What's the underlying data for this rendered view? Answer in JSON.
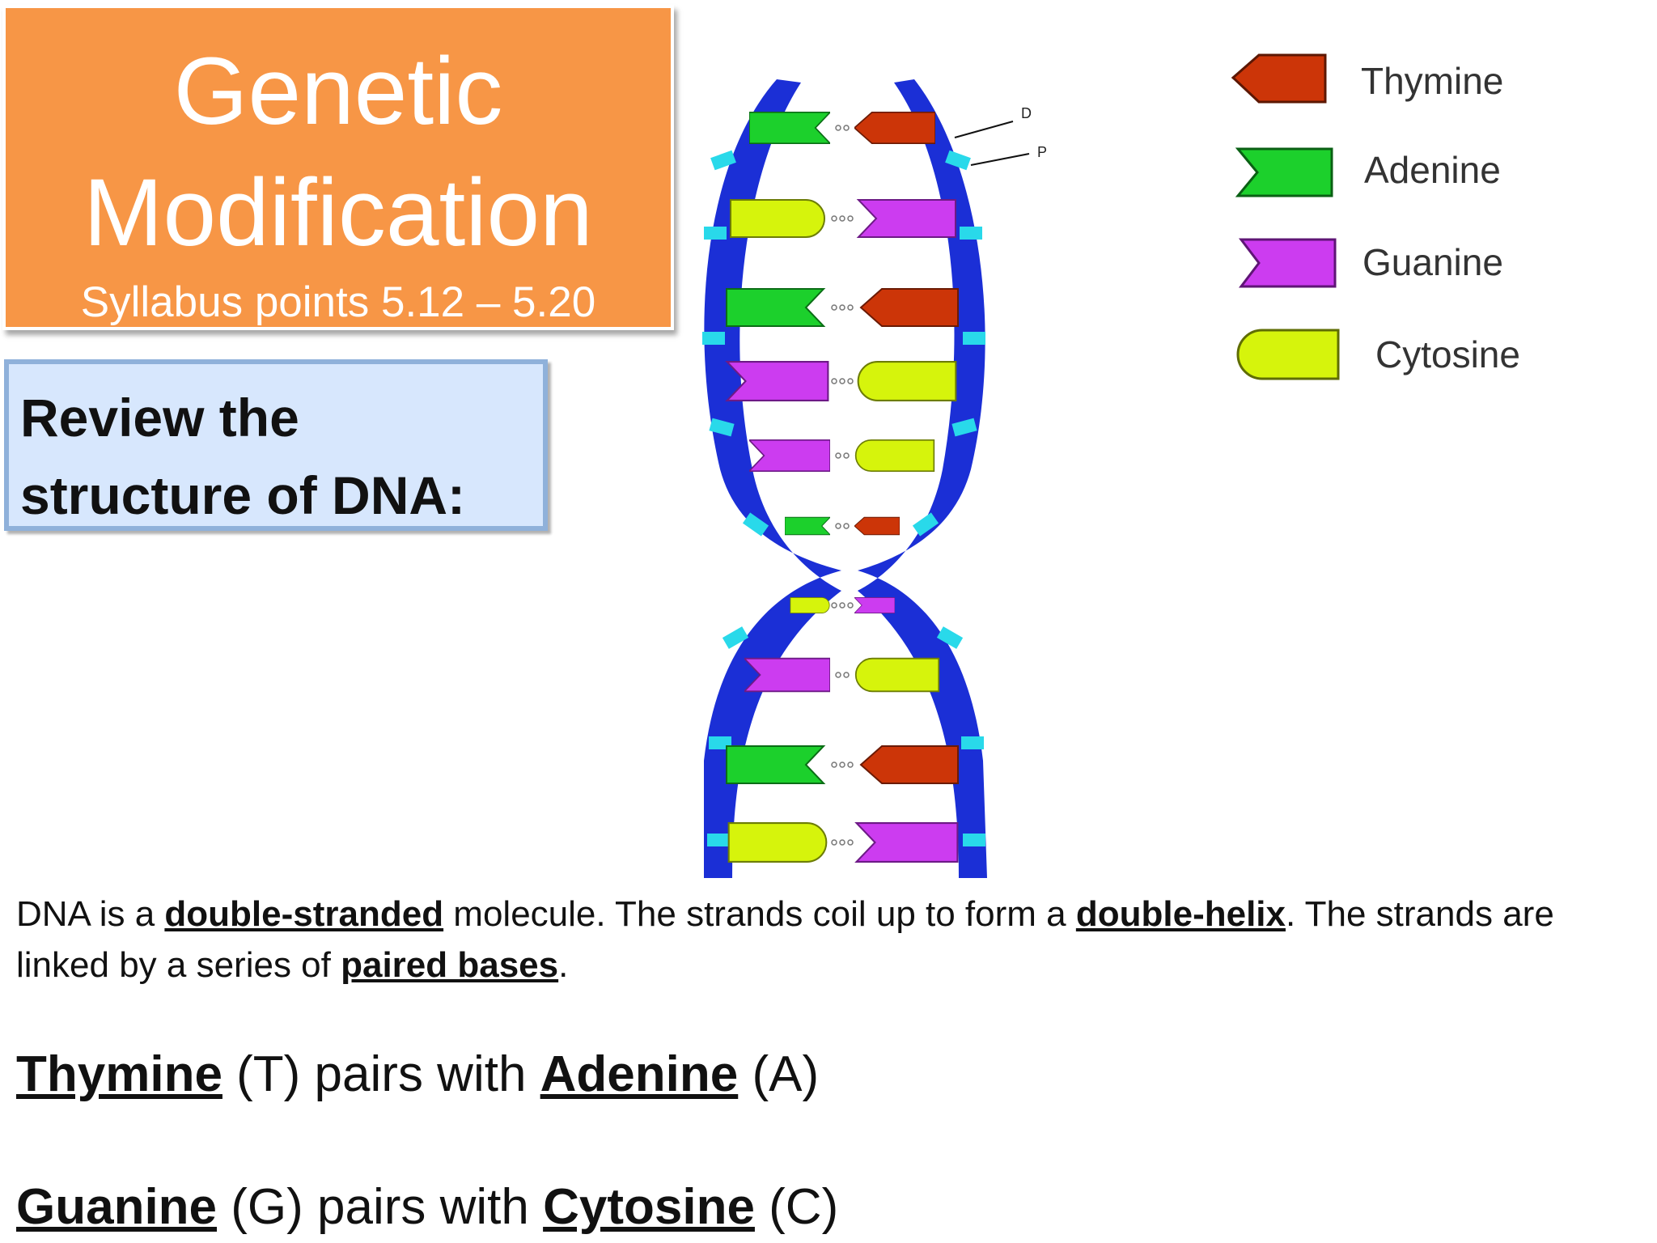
{
  "title": {
    "main_line1": "Genetic",
    "main_line2": "Modification",
    "subtitle": "Syllabus points 5.12 – 5.20"
  },
  "review_box": {
    "text": "Review the structure of DNA:"
  },
  "diagram": {
    "strand_labels": {
      "d": "D",
      "p": "P"
    },
    "colors": {
      "backbone": "#1b2fd6",
      "phosphate": "#29d9ea",
      "thymine": "#cc3508",
      "adenine": "#1cd02c",
      "guanine": "#cc3cf0",
      "cytosine": "#d6f40c"
    }
  },
  "legend": {
    "items": [
      {
        "label": "Thymine",
        "icon": "thymine-arrow-icon"
      },
      {
        "label": "Adenine",
        "icon": "adenine-notch-icon"
      },
      {
        "label": "Guanine",
        "icon": "guanine-notch-icon"
      },
      {
        "label": "Cytosine",
        "icon": "cytosine-round-icon"
      }
    ]
  },
  "paragraph": {
    "part1": "DNA is a ",
    "term1": "double-stranded",
    "part2": " molecule. The strands coil up to form a ",
    "term2": "double-helix",
    "part3": ". The strands are linked by a series of ",
    "term3": "paired bases",
    "part4": "."
  },
  "pairs": [
    {
      "base1": "Thymine",
      "abbr1": " (T) pairs with ",
      "base2": "Adenine",
      "abbr2": " (A)"
    },
    {
      "base1": "Guanine",
      "abbr1": " (G) pairs with ",
      "base2": "Cytosine",
      "abbr2": " (C)"
    }
  ]
}
